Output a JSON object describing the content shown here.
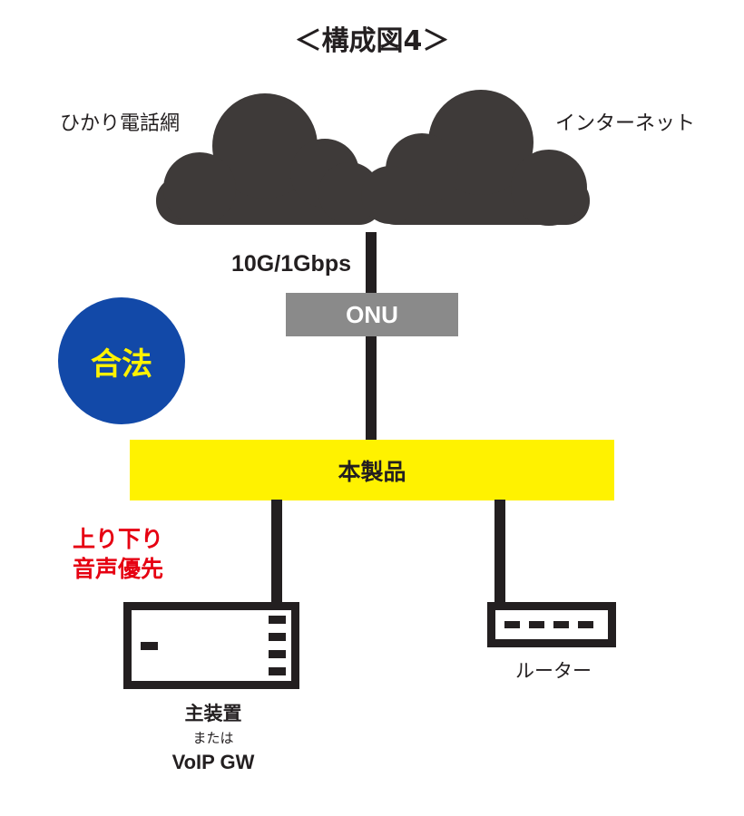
{
  "title": "＜構成図4＞",
  "clouds": {
    "left_label": "ひかり電話網",
    "right_label": "インターネット"
  },
  "link_speed": "10G/1Gbps",
  "onu_label": "ONU",
  "badge_label": "合法",
  "product_label": "本製品",
  "priority_label": [
    "上り下り",
    "音声優先"
  ],
  "pbx": {
    "label_main": "主装置",
    "label_or": "または",
    "label_gw": "VoIP GW"
  },
  "router_label": "ルーター",
  "colors": {
    "dark": "#231f20",
    "onu_gray": "#8a8a8a",
    "badge_blue": "#1249a8",
    "accent_yellow": "#fff200",
    "priority_red": "#e60012"
  }
}
